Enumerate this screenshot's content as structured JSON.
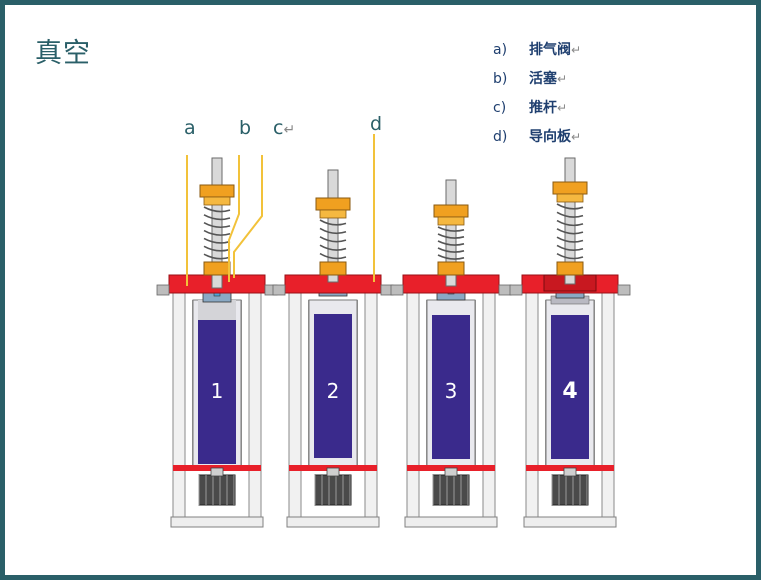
{
  "title": "真空",
  "legend": [
    {
      "key": "a)",
      "text": "排气阀"
    },
    {
      "key": "b)",
      "text": "活塞"
    },
    {
      "key": "c)",
      "text": "推杆"
    },
    {
      "key": "d)",
      "text": "导向板"
    }
  ],
  "return_mark": "↵",
  "leader_labels": {
    "a": "a",
    "b": "b",
    "c": "c",
    "d": "d"
  },
  "stages": [
    "1",
    "2",
    "3",
    "4"
  ],
  "colors": {
    "border": "#2a5f68",
    "frame_red": "#e8202a",
    "cylinder_purple": "#3a2a8c",
    "spring_orange": "#f0a020",
    "leader_yellow": "#f2c23a"
  }
}
